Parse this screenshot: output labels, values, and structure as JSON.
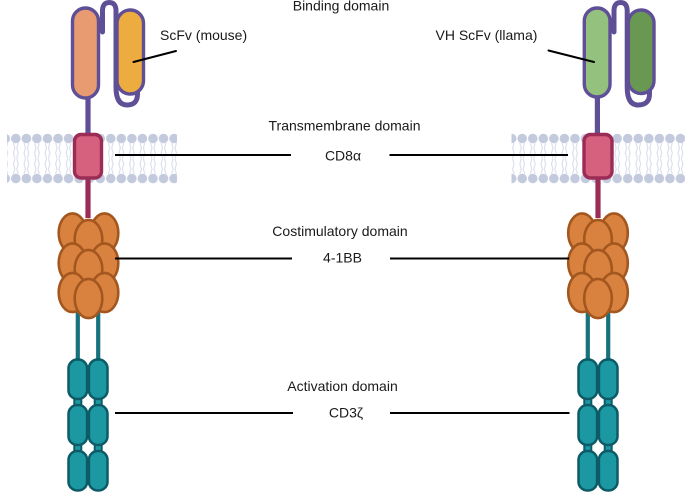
{
  "figure": {
    "binding_domain_label": "Binding domain",
    "left_construct": {
      "binding_label": "ScFv (mouse)"
    },
    "right_construct": {
      "binding_label": "VH ScFv (llama)"
    },
    "transmembrane": {
      "domain_label": "Transmembrane domain",
      "molecule": "CD8α"
    },
    "costimulatory": {
      "domain_label": "Costimulatory domain",
      "molecule": "4-1BB"
    },
    "activation": {
      "domain_label": "Activation domain",
      "molecule": "CD3ζ"
    }
  },
  "colors": {
    "scfv_vl_fill": "#E89B70",
    "scfv_vh_fill": "#ECAC3F",
    "vhh_light_fill": "#95C17E",
    "vhh_dark_fill": "#699852",
    "linker_purple": "#5F4F96",
    "tm_fill": "#D5617F",
    "tm_stroke": "#9B2C55",
    "costim_fill": "#D9823F",
    "costim_stroke": "#A3571F",
    "activation_fill": "#1B98A2",
    "activation_stroke": "#0C5B66",
    "activation_stem": "#17727D",
    "membrane_head": "#C4CADE",
    "membrane_tail": "#D9DDEB",
    "label_text": "#1A1A1A",
    "pointer_line": "#000000"
  }
}
